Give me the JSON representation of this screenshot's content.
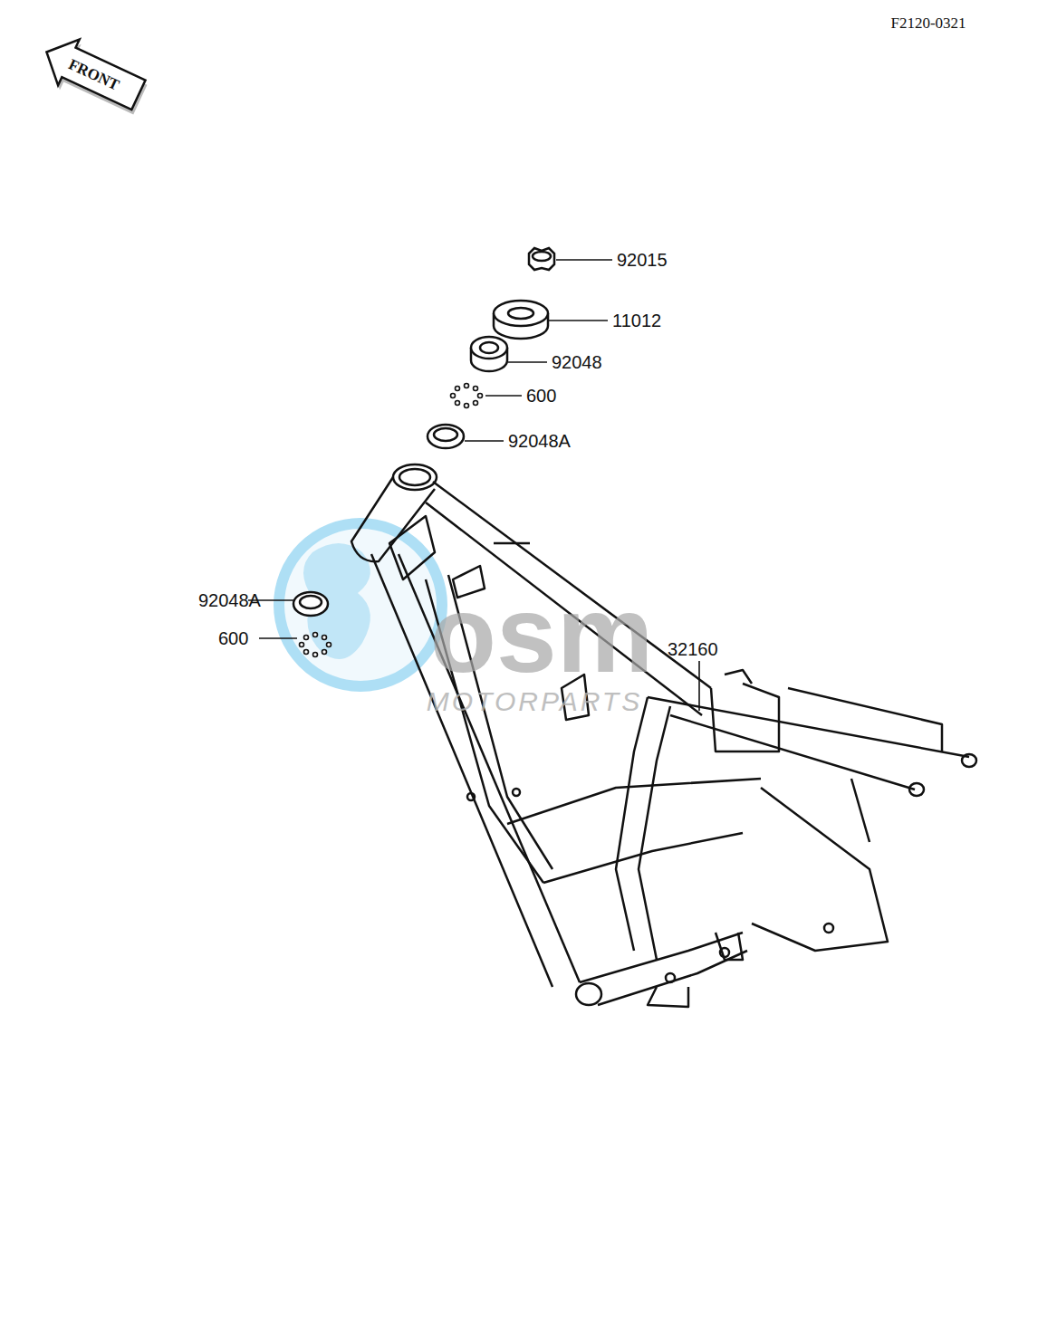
{
  "diagram": {
    "labels": [
      "F2120-0321",
      "FRONT",
      "92015",
      "11012",
      "92048",
      "600",
      "92048A",
      "92048A",
      "600",
      "32160",
      "osm",
      "MOTORPARTS"
    ]
  }
}
